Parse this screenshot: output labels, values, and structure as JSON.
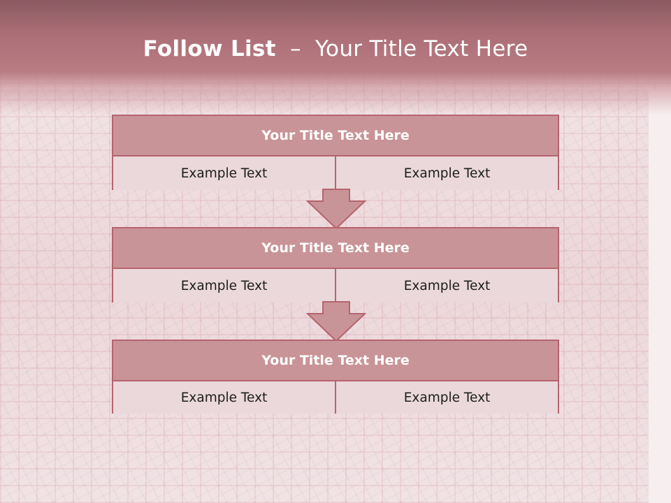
{
  "slide": {
    "title_bold": "Follow List",
    "title_sep": "–",
    "title_rest": "Your Title Text Here"
  },
  "steps": [
    {
      "title": "Your Title Text Here",
      "left": "Example Text",
      "right": "Example Text"
    },
    {
      "title": "Your Title Text Here",
      "left": "Example Text",
      "right": "Example Text"
    },
    {
      "title": "Your Title Text Here",
      "left": "Example Text",
      "right": "Example Text"
    }
  ],
  "colors": {
    "header": "#ad6f77",
    "block_title": "#c99497",
    "block_cell": "#ead8da",
    "border": "#b5646f",
    "arrow_fill": "#c99497"
  }
}
